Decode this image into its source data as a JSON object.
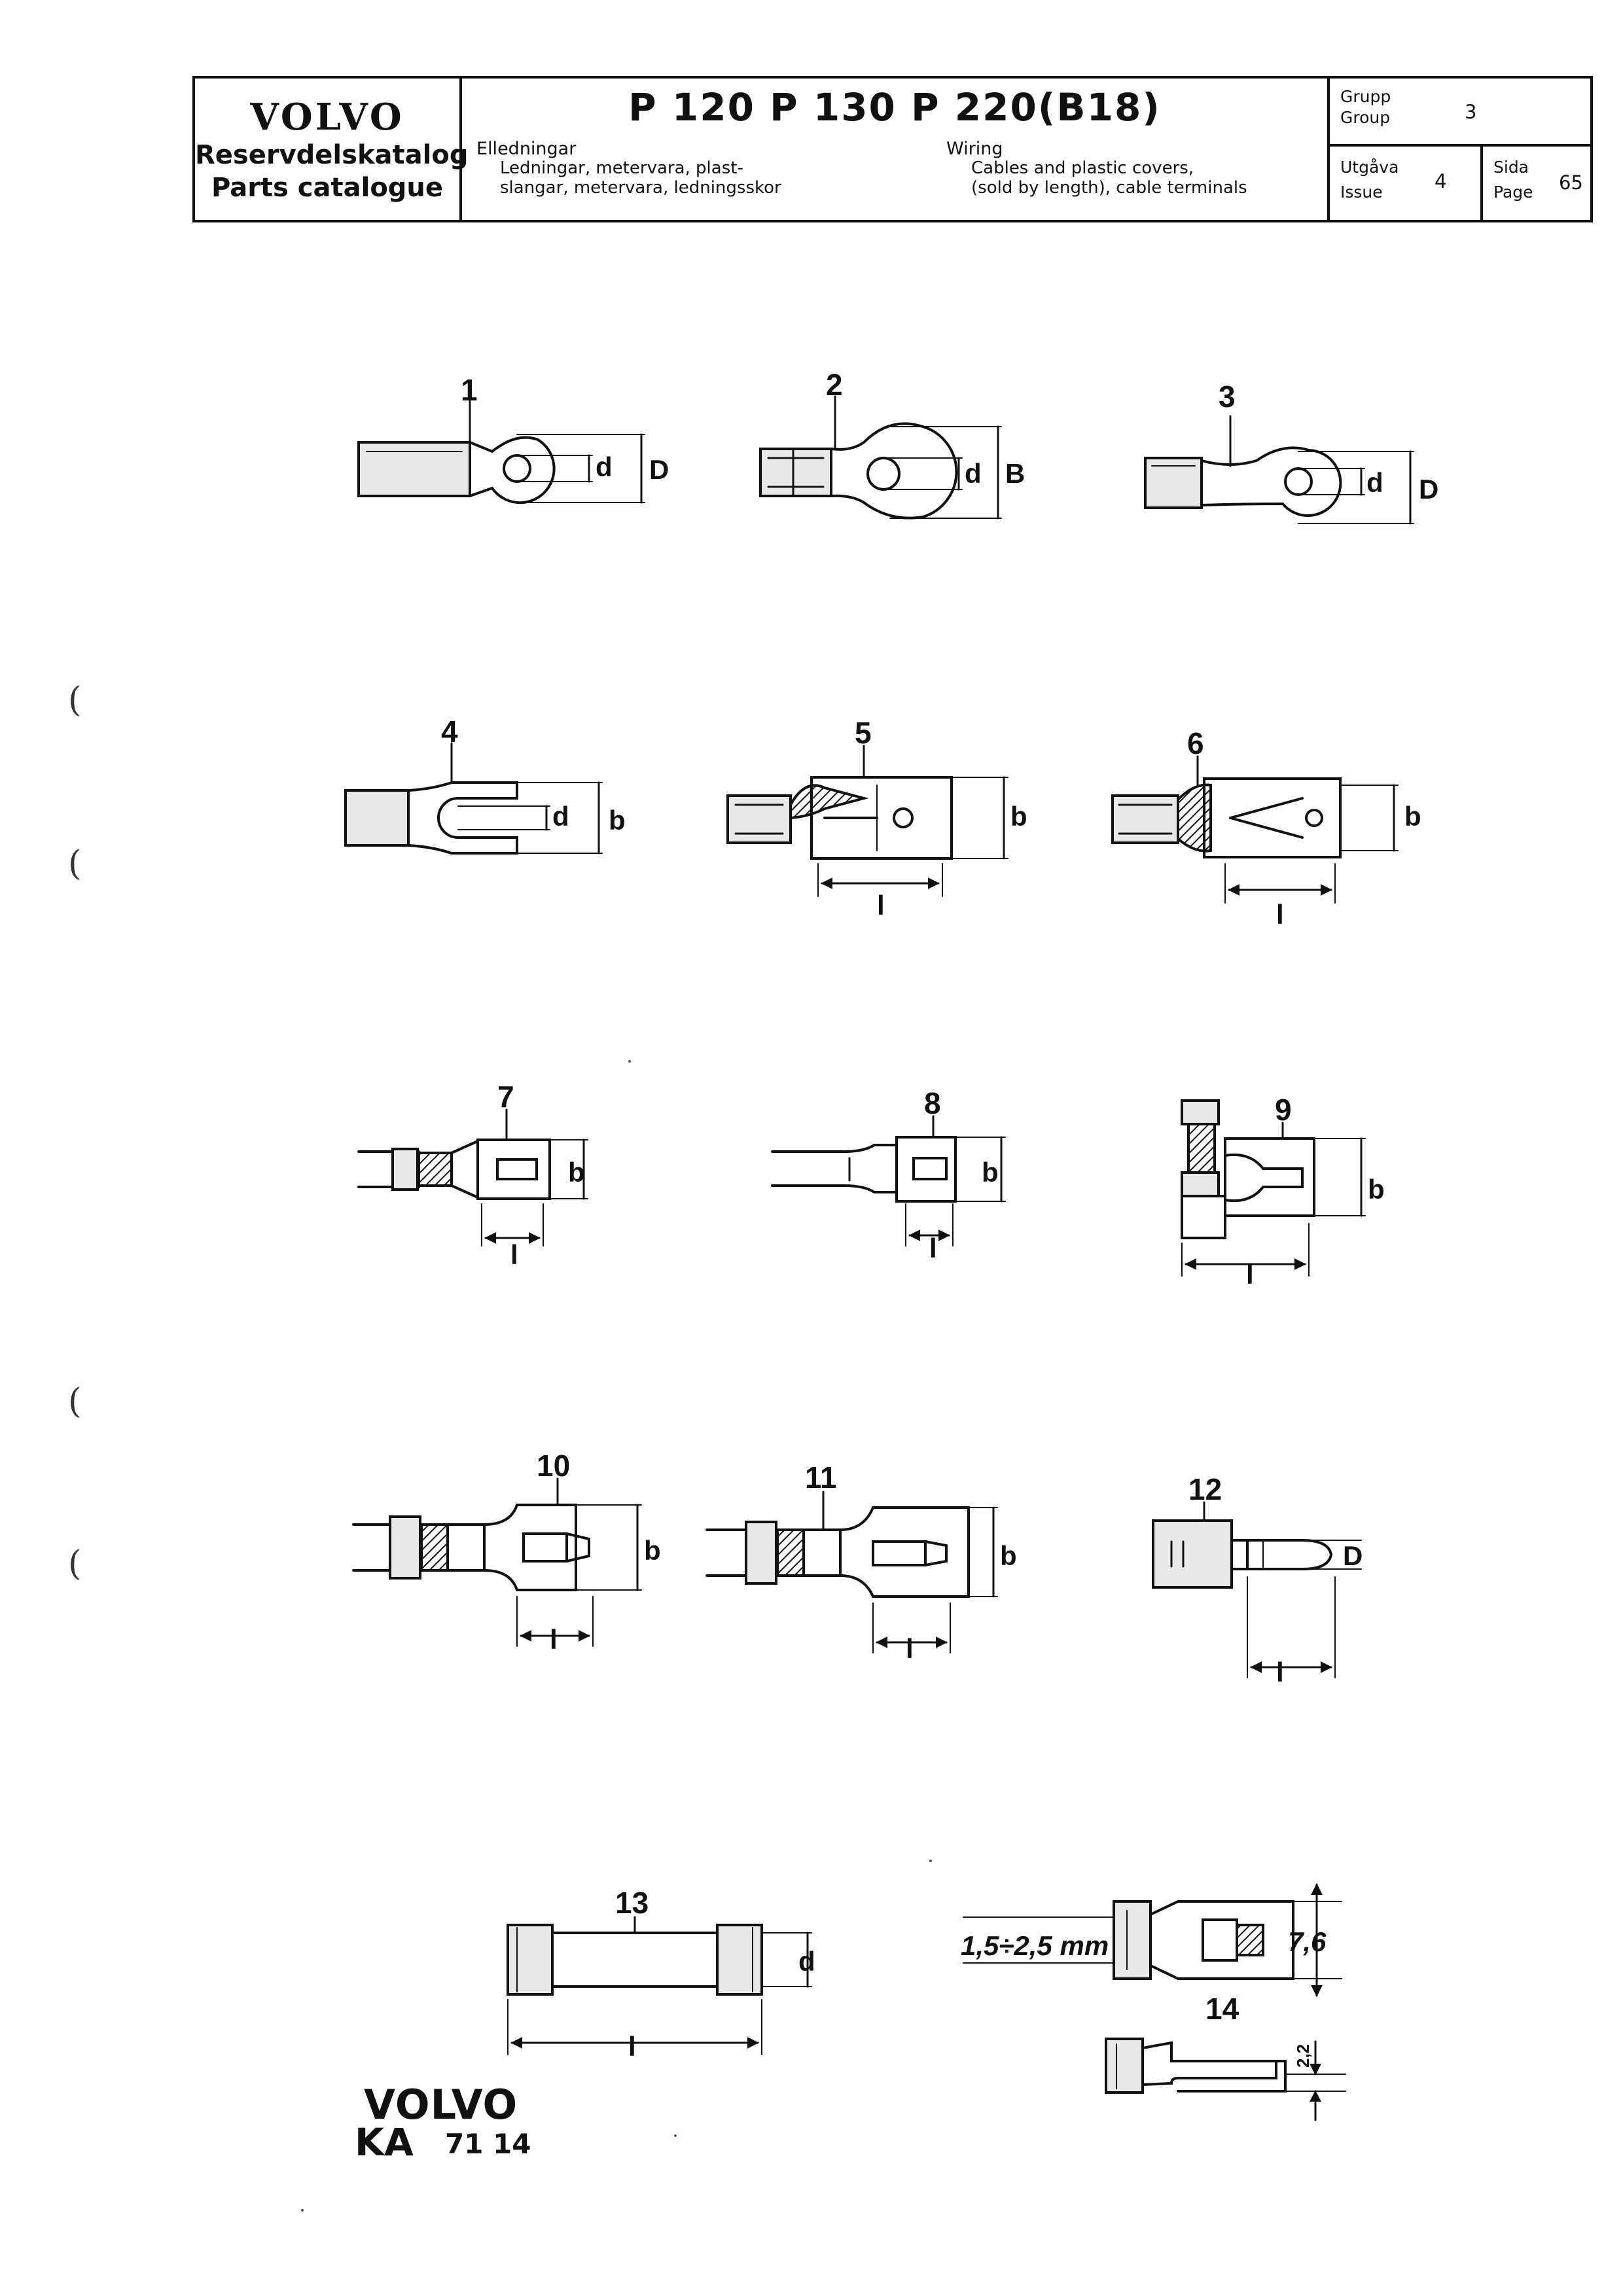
{
  "header": {
    "brand": "VOLVO",
    "catalog_sv": "Reservdelskatalog",
    "catalog_en": "Parts catalogue",
    "models": "P 120  P 130  P 220(B18)",
    "sv_title": "Elledningar",
    "sv_desc_1": "Ledningar, metervara, plast-",
    "sv_desc_2": "slangar, metervara, ledningsskor",
    "en_title": "Wiring",
    "en_desc_1": "Cables and plastic covers,",
    "en_desc_2": "(sold by length), cable terminals",
    "group_label_sv": "Grupp",
    "group_label_en": "Group",
    "group_value": "3",
    "issue_label_sv": "Utgåva",
    "issue_label_en": "Issue",
    "issue_value": "4",
    "page_label_sv": "Sida",
    "page_label_en": "Page",
    "page_value": "65"
  },
  "parts": {
    "p1": "1",
    "p2": "2",
    "p3": "3",
    "p4": "4",
    "p5": "5",
    "p6": "6",
    "p7": "7",
    "p8": "8",
    "p9": "9",
    "p10": "10",
    "p11": "11",
    "p12": "12",
    "p13": "13",
    "p14": "14"
  },
  "dims": {
    "d": "d",
    "D": "D",
    "B": "B",
    "b": "b",
    "l": "l",
    "wire_range": "1,5÷2,5 mm",
    "height": "7,6",
    "tab": "2,2"
  },
  "footer": {
    "brand": "VOLVO",
    "ka": "KA",
    "code": "71 14"
  }
}
